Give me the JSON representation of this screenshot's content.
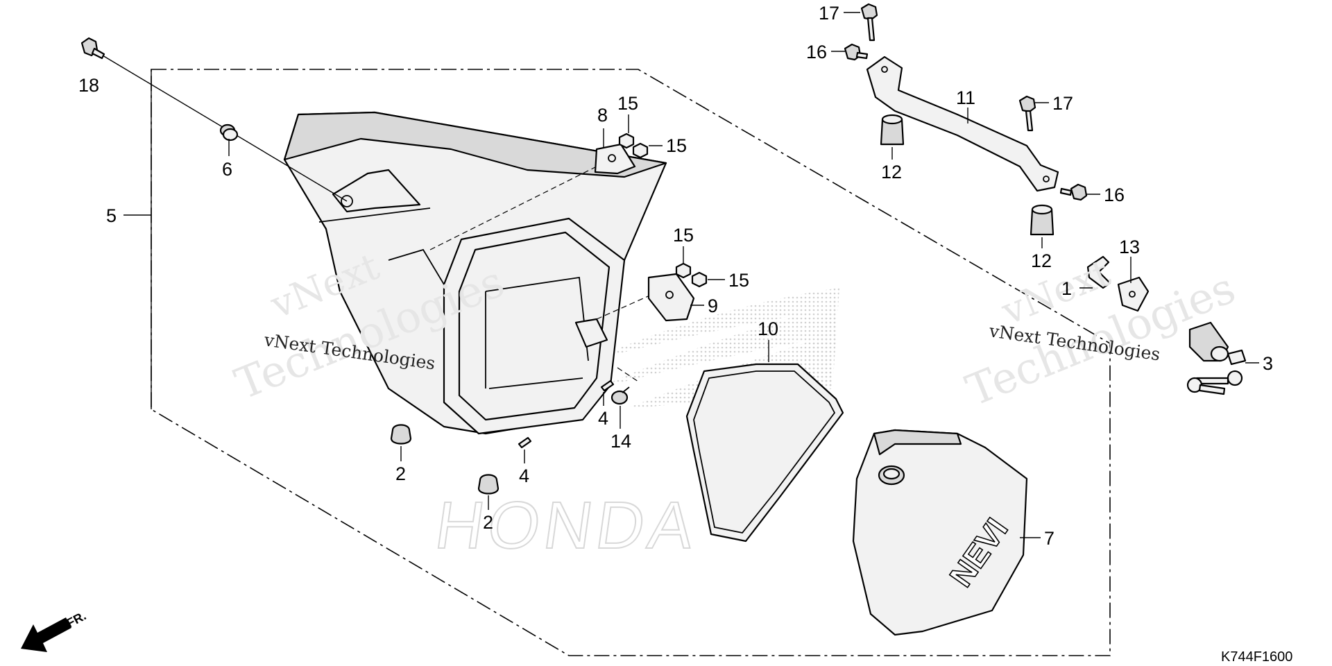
{
  "diagram_code": "K744F1600",
  "front_indicator": "FR.",
  "watermark": {
    "brand": "HONDA",
    "lines": [
      "vNext",
      "Technologies"
    ],
    "line_full": "vNext Technologies"
  },
  "emblem_text": "NEVI",
  "callouts": [
    {
      "id": "c18",
      "label": "18"
    },
    {
      "id": "c6",
      "label": "6"
    },
    {
      "id": "c5",
      "label": "5"
    },
    {
      "id": "c8",
      "label": "8"
    },
    {
      "id": "c15a",
      "label": "15"
    },
    {
      "id": "c15b",
      "label": "15"
    },
    {
      "id": "c15c",
      "label": "15"
    },
    {
      "id": "c15d",
      "label": "15"
    },
    {
      "id": "c9",
      "label": "9"
    },
    {
      "id": "c10",
      "label": "10"
    },
    {
      "id": "c4a",
      "label": "4"
    },
    {
      "id": "c4b",
      "label": "4"
    },
    {
      "id": "c14",
      "label": "14"
    },
    {
      "id": "c2a",
      "label": "2"
    },
    {
      "id": "c2b",
      "label": "2"
    },
    {
      "id": "c7",
      "label": "7"
    },
    {
      "id": "c17a",
      "label": "17"
    },
    {
      "id": "c16a",
      "label": "16"
    },
    {
      "id": "c11",
      "label": "11"
    },
    {
      "id": "c12a",
      "label": "12"
    },
    {
      "id": "c17b",
      "label": "17"
    },
    {
      "id": "c16b",
      "label": "16"
    },
    {
      "id": "c12b",
      "label": "12"
    },
    {
      "id": "c1",
      "label": "1"
    },
    {
      "id": "c13",
      "label": "13"
    },
    {
      "id": "c3",
      "label": "3"
    }
  ]
}
